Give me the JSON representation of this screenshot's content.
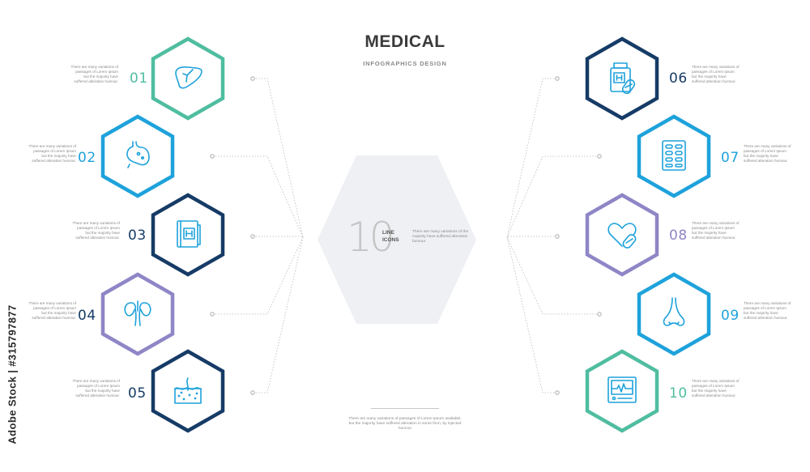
{
  "header": {
    "title": "MEDICAL",
    "subtitle": "INFOGRAPHICS DESIGN"
  },
  "center": {
    "number": "10",
    "label_line1": "LINE",
    "label_line2": "ICONS",
    "description": "There are many variations of the majority have suffered alteration humour."
  },
  "footer": {
    "description": "There are many variations of passages of Lorem Ipsum available, but the majority have suffered alteration in some form, by injected humour"
  },
  "side_watermark": "Adobe Stock | #315797877",
  "colors": {
    "teal": "#4fbda0",
    "blue": "#1ea2db",
    "navy": "#163b66",
    "lavender": "#8e86c6",
    "gray_hex": "#eef0f3"
  },
  "items": [
    {
      "number": "01",
      "icon": "liver-icon",
      "color": "teal",
      "description": "There are many variations of passages of Lorem Ipsum but the majority have suffered alteration humour."
    },
    {
      "number": "02",
      "icon": "stomach-icon",
      "color": "blue",
      "description": "There are many variations of passages of Lorem Ipsum but the majority have suffered alteration humour."
    },
    {
      "number": "03",
      "icon": "hospital-book-icon",
      "color": "navy",
      "description": "There are many variations of passages of Lorem Ipsum but the majority have suffered alteration humour."
    },
    {
      "number": "04",
      "icon": "kidneys-icon",
      "color": "lavender",
      "description": "There are many variations of passages of Lorem Ipsum but the majority have suffered alteration humour."
    },
    {
      "number": "05",
      "icon": "skin-layer-icon",
      "color": "navy",
      "description": "There are many variations of passages of Lorem Ipsum but the majority have suffered alteration humour."
    },
    {
      "number": "06",
      "icon": "medicine-bottle-pill-icon",
      "color": "navy",
      "description": "There are many variations of passages of Lorem Ipsum but the majority have suffered alteration humour."
    },
    {
      "number": "07",
      "icon": "pill-blister-icon",
      "color": "blue",
      "description": "There are many variations of passages of Lorem Ipsum but the majority have suffered alteration humour."
    },
    {
      "number": "08",
      "icon": "heart-pill-icon",
      "color": "lavender",
      "description": "There are many variations of passages of Lorem Ipsum but the majority have suffered alteration humour."
    },
    {
      "number": "09",
      "icon": "nose-icon",
      "color": "blue",
      "description": "There are many variations of passages of Lorem Ipsum but the majority have suffered alteration humour."
    },
    {
      "number": "10",
      "icon": "heart-monitor-icon",
      "color": "teal",
      "description": "There are many variations of passages of Lorem Ipsum but the majority have suffered alteration humour."
    }
  ]
}
